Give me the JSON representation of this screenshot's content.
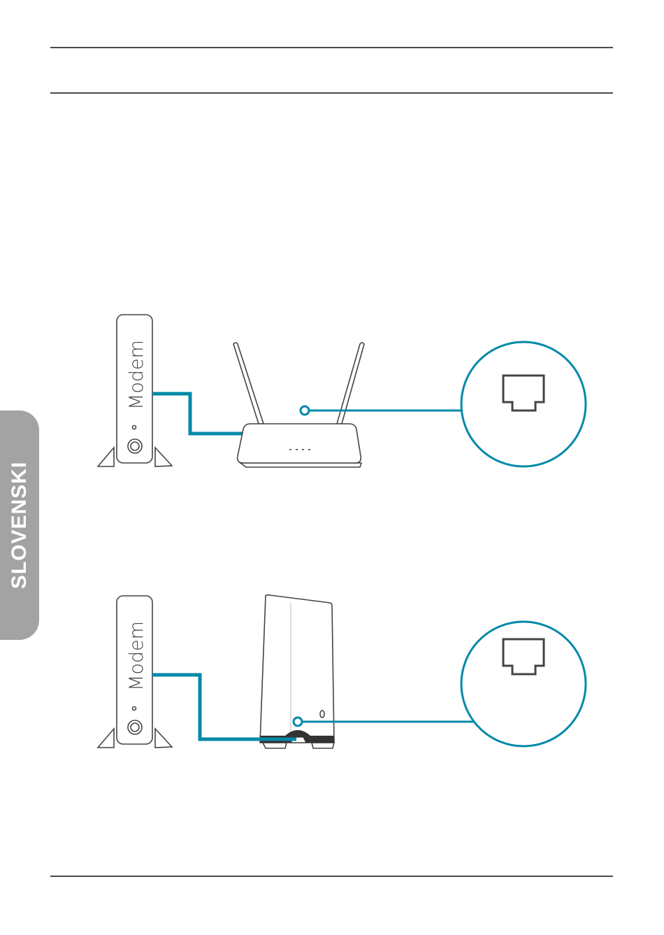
{
  "side_tab": {
    "label": "SLOVENSKI"
  },
  "diagram_router": {
    "modem_label": "Modem"
  },
  "diagram_tower": {
    "modem_label": "Modem"
  },
  "colors": {
    "accent": "#0089a8",
    "outline": "#444444",
    "tab": "#a3a3a3"
  }
}
